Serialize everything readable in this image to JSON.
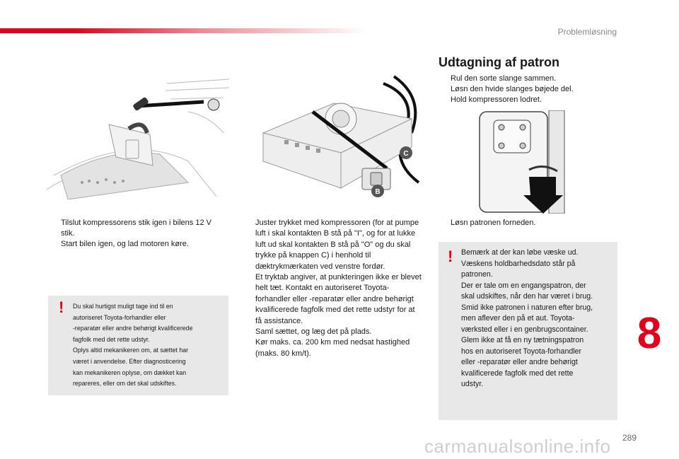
{
  "header": {
    "section": "Problemløsning"
  },
  "heading": "Udtagning af patron",
  "bullet_glyph": "",
  "right_top_bullets": [
    "Rul den sorte slange sammen.",
    "Løsn den hvide slanges bøjede del.",
    "Hold kompressoren lodret."
  ],
  "right_bottom_bullets": [
    "Løsn patronen forneden."
  ],
  "left_bullets": [
    "Tilslut kompressorens stik igen i bilens 12 V stik.",
    "Start bilen igen, og lad motoren køre."
  ],
  "middle_bullets": [
    "Juster trykket med kompressoren (for at pumpe luft i skal kontakten B stå på \"I\", og for at lukke luft ud skal kontakten B stå på \"O\" og du skal trykke på knappen C) i henhold til dæktrykmærkaten ved venstre fordør.",
    "Saml sættet, og læg det på plads.",
    "Kør maks. ca. 200 km med nedsat hastighed (maks. 80 km/t)."
  ],
  "middle_note": "Et tryktab angiver, at punkteringen ikke er blevet helt tæt. Kontakt en autoriseret Toyota-forhandler eller -reparatør eller andre behørigt kvalificerede fagfolk med det rette udstyr for at få assistance.",
  "warning_left": {
    "mark": "!",
    "lines": [
      "Du skal hurtigst muligt tage ind til en",
      "autoriseret Toyota-forhandler eller",
      "-reparatør eller andre behørigt kvalificerede",
      "fagfolk med det rette udstyr.",
      "Oplys altid mekanikeren om, at sættet har",
      "været i anvendelse. Efter diagnosticering",
      "kan mekanikeren oplyse, om dækket kan",
      "repareres, eller om det skal udskiftes."
    ]
  },
  "warning_right": {
    "mark": "!",
    "lines": [
      "Bemærk at der kan løbe væske ud.",
      "Væskens holdbarhedsdato står på",
      "patronen.",
      "Der er tale om en engangspatron, der",
      "skal udskiftes, når den har været i brug.",
      "Smid ikke patronen i naturen efter brug,",
      "men aflever den på et aut. Toyota-",
      "værksted eller i en genbrugscontainer.",
      "Glem ikke at få en ny tætningspatron",
      "hos en autoriseret Toyota-forhandler",
      "eller -reparatør eller andre behørigt",
      "kvalificerede fagfolk med det rette",
      "udstyr."
    ]
  },
  "figure_labels": {
    "c": "C",
    "b": "B"
  },
  "chapter_number": "8",
  "page_number": "289",
  "watermark": "carmanualsonline.info",
  "colors": {
    "accent": "#e2001a",
    "warning_bg": "#e8e8e8"
  }
}
